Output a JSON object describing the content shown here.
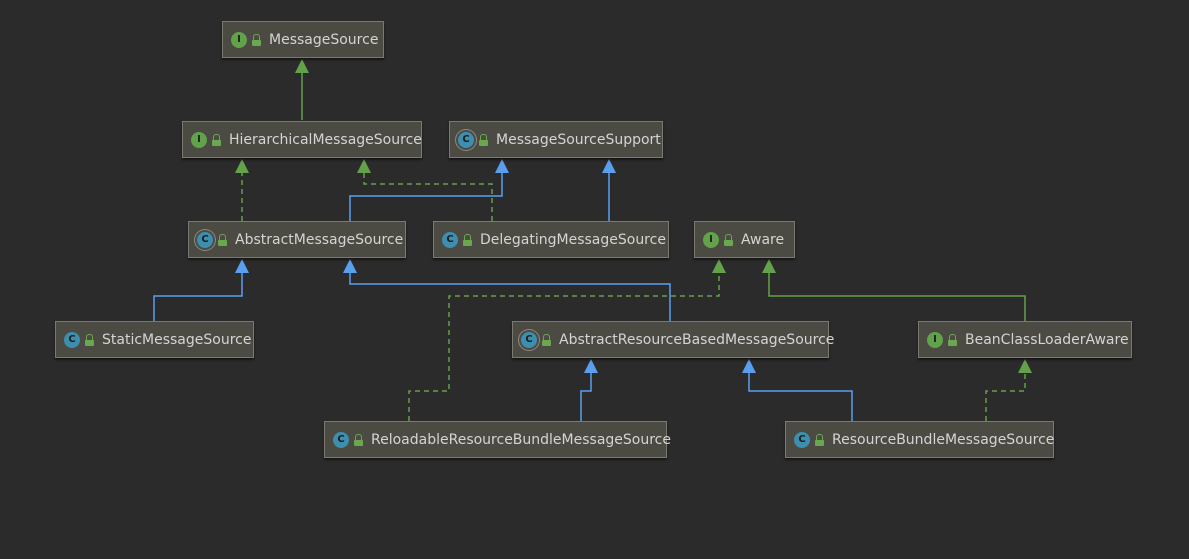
{
  "diagram": {
    "nodes": {
      "message_source": {
        "name": "MessageSource",
        "kind": "interface",
        "badge": "I"
      },
      "hierarchical_message_source": {
        "name": "HierarchicalMessageSource",
        "kind": "interface",
        "badge": "I"
      },
      "message_source_support": {
        "name": "MessageSourceSupport",
        "kind": "abstract",
        "badge": "C"
      },
      "abstract_message_source": {
        "name": "AbstractMessageSource",
        "kind": "abstract",
        "badge": "C"
      },
      "delegating_message_source": {
        "name": "DelegatingMessageSource",
        "kind": "class",
        "badge": "C"
      },
      "aware": {
        "name": "Aware",
        "kind": "interface",
        "badge": "I"
      },
      "static_message_source": {
        "name": "StaticMessageSource",
        "kind": "class",
        "badge": "C"
      },
      "abstract_resource_based_message_source": {
        "name": "AbstractResourceBasedMessageSource",
        "kind": "abstract",
        "badge": "C"
      },
      "bean_class_loader_aware": {
        "name": "BeanClassLoaderAware",
        "kind": "interface",
        "badge": "I"
      },
      "reloadable_resource_bundle_message_source": {
        "name": "ReloadableResourceBundleMessageSource",
        "kind": "class",
        "badge": "C"
      },
      "resource_bundle_message_source": {
        "name": "ResourceBundleMessageSource",
        "kind": "class",
        "badge": "C"
      }
    },
    "edges": [
      {
        "from": "hierarchical_message_source",
        "to": "message_source",
        "type": "extends-interface"
      },
      {
        "from": "abstract_message_source",
        "to": "hierarchical_message_source",
        "type": "implements"
      },
      {
        "from": "abstract_message_source",
        "to": "message_source_support",
        "type": "extends"
      },
      {
        "from": "delegating_message_source",
        "to": "hierarchical_message_source",
        "type": "implements"
      },
      {
        "from": "delegating_message_source",
        "to": "message_source_support",
        "type": "extends"
      },
      {
        "from": "static_message_source",
        "to": "abstract_message_source",
        "type": "extends"
      },
      {
        "from": "abstract_resource_based_message_source",
        "to": "abstract_message_source",
        "type": "extends"
      },
      {
        "from": "reloadable_resource_bundle_message_source",
        "to": "abstract_resource_based_message_source",
        "type": "extends"
      },
      {
        "from": "reloadable_resource_bundle_message_source",
        "to": "aware",
        "type": "implements"
      },
      {
        "from": "resource_bundle_message_source",
        "to": "abstract_resource_based_message_source",
        "type": "extends"
      },
      {
        "from": "resource_bundle_message_source",
        "to": "bean_class_loader_aware",
        "type": "implements"
      },
      {
        "from": "bean_class_loader_aware",
        "to": "aware",
        "type": "extends-interface"
      }
    ],
    "colors": {
      "background": "#2b2b2b",
      "class_extends": "#5a9ef0",
      "interface_extends": "#62a24a",
      "implements": "#62a24a"
    }
  }
}
